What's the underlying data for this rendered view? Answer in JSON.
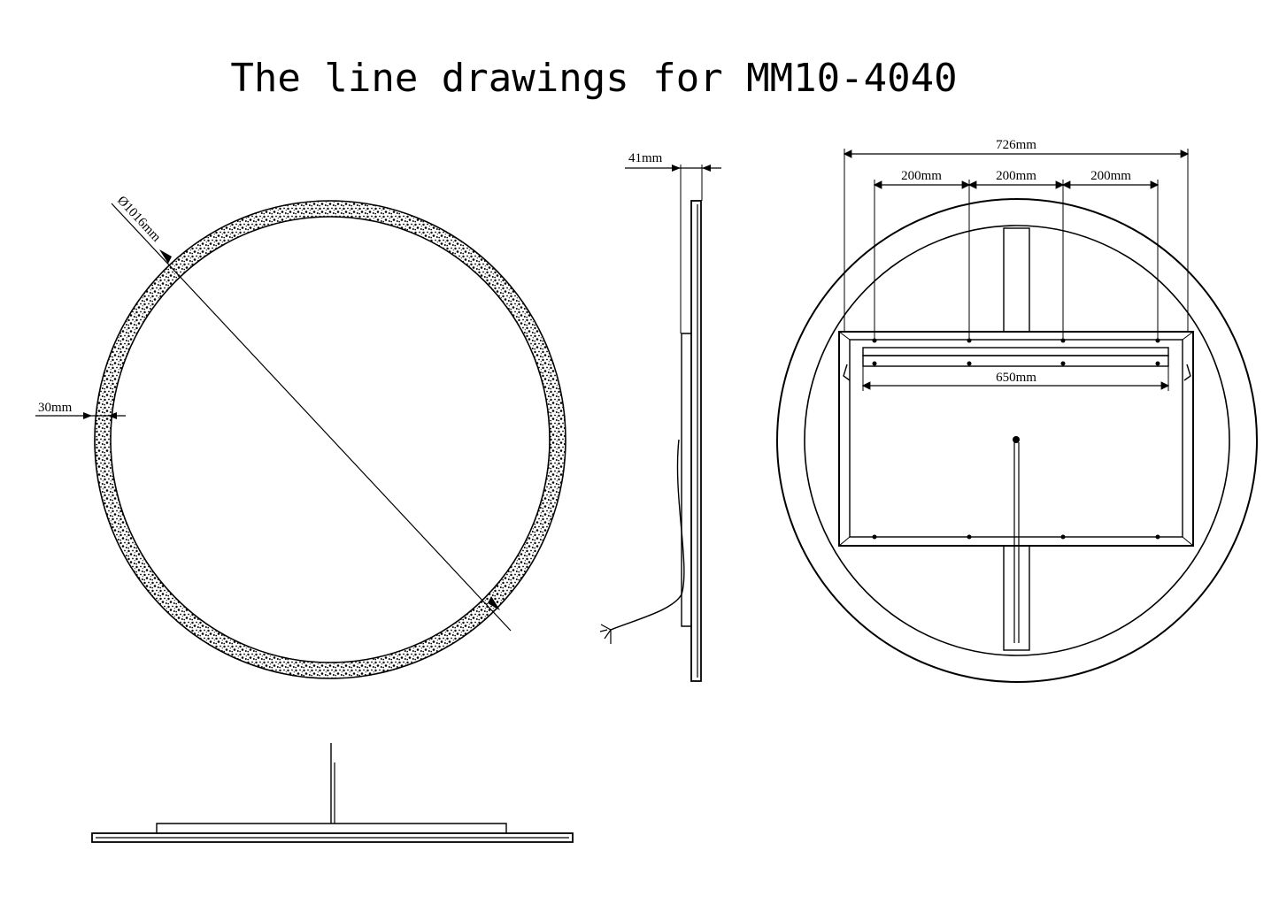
{
  "title": "The line drawings for MM10-4040",
  "front_view": {
    "diameter_label": "Ø1016mm",
    "frame_width_label": "30mm"
  },
  "side_view": {
    "depth_label": "41mm"
  },
  "back_view": {
    "overall_width_label": "726mm",
    "spacing_labels": [
      "200mm",
      "200mm",
      "200mm"
    ],
    "inner_width_label": "650mm"
  }
}
